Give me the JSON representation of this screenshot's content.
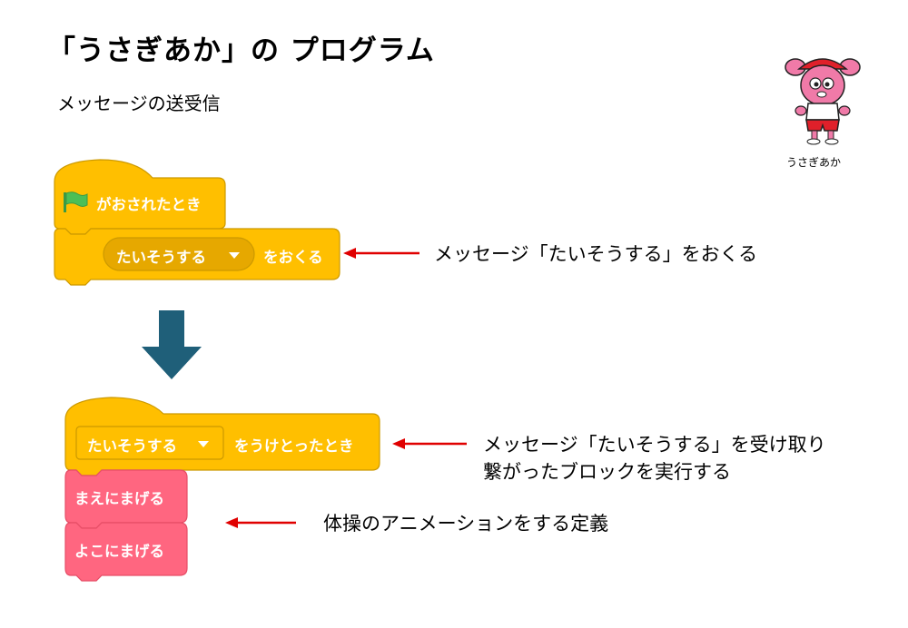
{
  "page": {
    "title": "「うさぎあか」の プログラム",
    "subtitle": "メッセージの送受信"
  },
  "character": {
    "name": "うさぎあか",
    "colors": {
      "skin": "#f07aa8",
      "hat": "#e0202a",
      "shirt": "#ffffff",
      "shorts": "#e0202a"
    }
  },
  "program1": {
    "hat_block": {
      "label": "がおされたとき",
      "icon": "green-flag-icon"
    },
    "broadcast_block": {
      "dropdown": "たいそうする",
      "suffix": "をおくる"
    }
  },
  "program2": {
    "hat_block": {
      "dropdown": "たいそうする",
      "suffix": "をうけとったとき"
    },
    "stack_blocks": [
      {
        "label": "まえにまげる"
      },
      {
        "label": "よこにまげる"
      }
    ]
  },
  "annotations": {
    "broadcast_note": "メッセージ「たいそうする」をおくる",
    "receive_note_line1": "メッセージ「たいそうする」を受け取り",
    "receive_note_line2": "繋がったブロックを実行する",
    "define_note": "体操のアニメーションをする定義"
  },
  "colors": {
    "event_block": "#ffbf00",
    "event_block_dark": "#e6a800",
    "event_border": "#cc9900",
    "custom_block": "#ff6680",
    "custom_border": "#e64d66",
    "arrow_red": "#e00000",
    "flow_arrow": "#1f5f79",
    "flag_green": "#4cbf56"
  }
}
